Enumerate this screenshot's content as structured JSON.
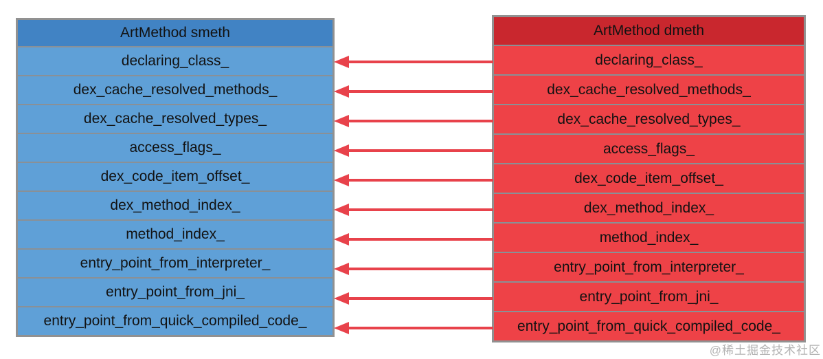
{
  "diagram": {
    "left_table": {
      "title": "ArtMethod smeth",
      "header_color": "#4183C4",
      "row_color": "#5FA0D7"
    },
    "right_table": {
      "title": "ArtMethod dmeth",
      "header_color": "#C9272E",
      "row_color": "#EE4247"
    },
    "fields": [
      "declaring_class_",
      "dex_cache_resolved_methods_",
      "dex_cache_resolved_types_",
      "access_flags_",
      "dex_code_item_offset_",
      "dex_method_index_",
      "method_index_",
      "entry_point_from_interpreter_",
      "entry_point_from_jni_",
      "entry_point_from_quick_compiled_code_"
    ],
    "arrows": {
      "color": "#E8424B",
      "direction": "right-to-left",
      "count": 10
    },
    "watermark": "@稀土掘金技术社区"
  }
}
